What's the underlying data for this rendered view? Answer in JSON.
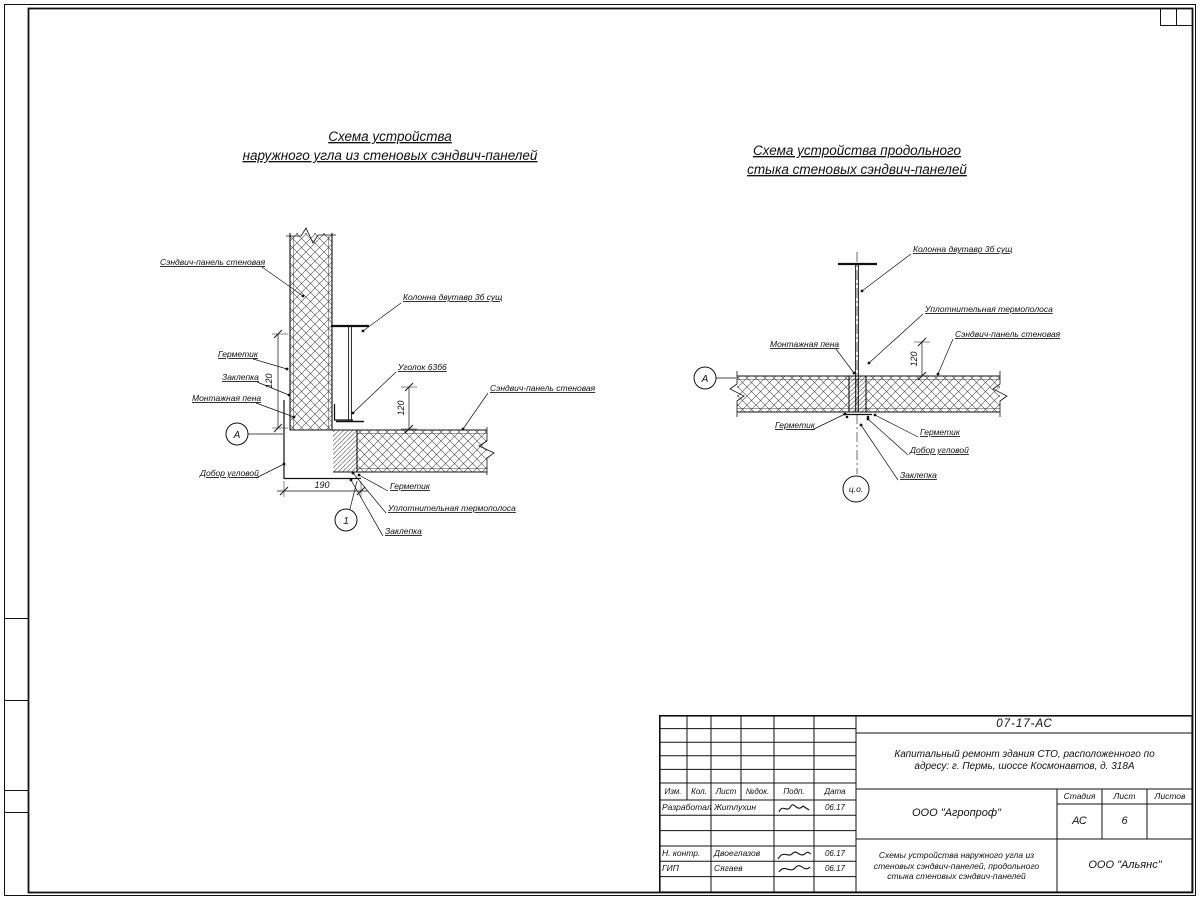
{
  "colors": {
    "ink": "#111111",
    "paper": "#ffffff"
  },
  "diagram_left": {
    "title_line1": "Схема устройства",
    "title_line2": "наружного угла из стеновых сэндвич-панелей",
    "labels": {
      "panel_top": "Сэндвич-панель стеновая",
      "column": "Колонна двутавр 3б сущ",
      "sealant_left": "Герметик",
      "rivet_left": "Заклепка",
      "foam": "Монтажная пена",
      "angle": "Уголок 63б6",
      "panel_right": "Сэндвич-панель стеновая",
      "corner_trim": "Добор угловой",
      "sealant_bottom": "Герметик",
      "thermal_strip": "Уплотнительная термополоса",
      "rivet_bottom": "Заклепка"
    },
    "dims": {
      "left_120": "120",
      "bottom_190": "190",
      "right_120": "120"
    },
    "markers": {
      "a": "А",
      "one": "1"
    }
  },
  "diagram_right": {
    "title_line1": "Схема устройства продольного",
    "title_line2": "стыка стеновых сэндвич-панелей",
    "labels": {
      "column": "Колонна двутавр 3б сущ",
      "thermal_strip": "Уплотнительная термополоса",
      "panel": "Сэндвич-панель стеновая",
      "foam": "Монтажная пена",
      "sealant_left": "Герметик",
      "sealant_right": "Герметик",
      "corner_trim": "Добор угловой",
      "rivet": "Заклепка"
    },
    "dims": {
      "thickness_120": "120"
    },
    "markers": {
      "a": "А",
      "co": "ц.о."
    }
  },
  "title_block": {
    "doc_code": "07-17-АС",
    "project_name": "Капитальный ремонт здания СТО, расположенного по адресу: г. Пермь, шоссе Космонавтов, д. 318А",
    "table_headers": [
      "Изм.",
      "Кол.",
      "Лист",
      "№док.",
      "Подп.",
      "Дата"
    ],
    "rows": [
      {
        "role": "Разработал",
        "name": "Житлухин",
        "date": "06.17"
      },
      {
        "role": "Н. контр.",
        "name": "Двоеглазов",
        "date": "06.17"
      },
      {
        "role": "ГИП",
        "name": "Сягаев",
        "date": "06.17"
      }
    ],
    "org_top": "ООО \"Агропроф\"",
    "stage_headers": [
      "Стадия",
      "Лист",
      "Листов"
    ],
    "stage_value": "АС",
    "sheet_value": "6",
    "sheets_total_value": "",
    "sheet_title": "Схемы устройства наружного угла из стеновых сэндвич-панелей, продольного стыка стеновых сэндвич-панелей",
    "org_bottom": "ООО \"Альянс\""
  }
}
